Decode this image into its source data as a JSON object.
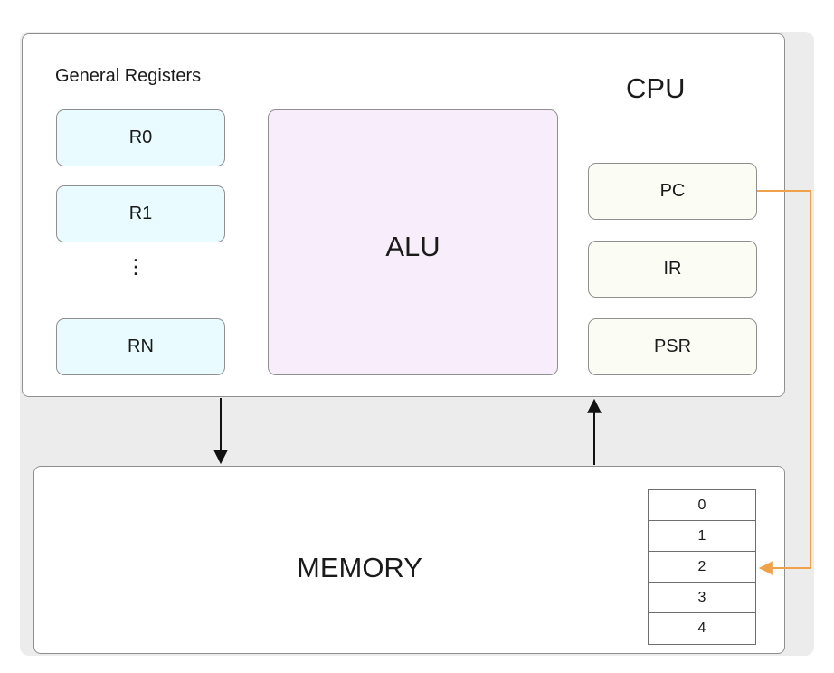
{
  "cpu": {
    "title": "CPU",
    "general_registers": {
      "label": "General Registers",
      "items": [
        {
          "label": "R0"
        },
        {
          "label": "R1"
        },
        {
          "label": "⋮"
        },
        {
          "label": "RN"
        }
      ]
    },
    "alu": {
      "label": "ALU"
    },
    "special_registers": [
      {
        "label": "PC"
      },
      {
        "label": "IR"
      },
      {
        "label": "PSR"
      }
    ]
  },
  "memory": {
    "label": "MEMORY",
    "cells": [
      "0",
      "1",
      "2",
      "3",
      "4"
    ],
    "pointed_cell": "2"
  },
  "colors": {
    "general_register_fill": "#e9fbff",
    "alu_fill": "#f8eefb",
    "special_register_fill": "#fbfcf3",
    "pc_pointer_line": "#f0a24a",
    "border": "#8f8f8f",
    "background_panel": "#ececec"
  }
}
